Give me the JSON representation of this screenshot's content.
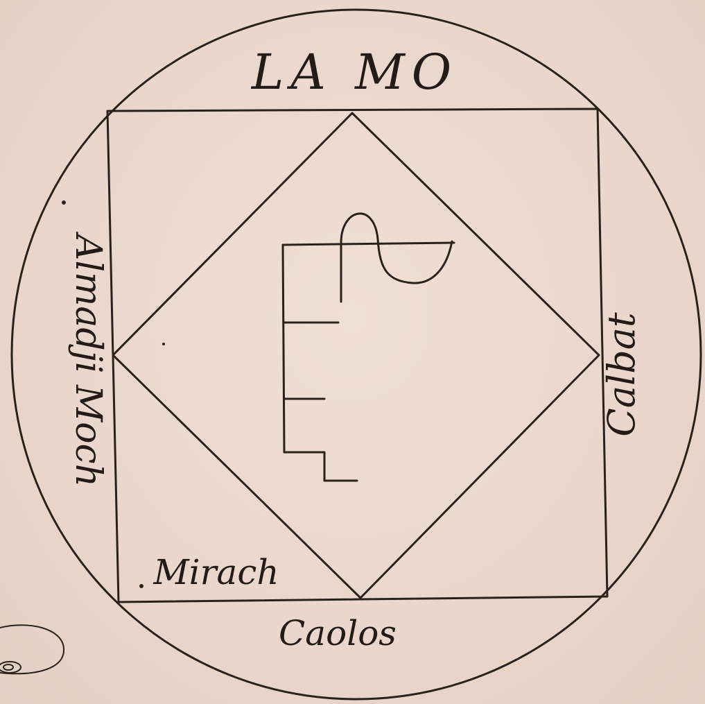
{
  "seal": {
    "top_label": "LA MO",
    "left_label": "Almadji Moch",
    "right_label": "Calbat",
    "bottom_label": "Caolos",
    "inner_corner_label": "Mirach"
  },
  "icons": {
    "central_sigil": "sigil-icon",
    "corner_mark": "spiral-mark-icon"
  },
  "colors": {
    "paper": "#ecd9cf",
    "ink": "#2a211d"
  }
}
